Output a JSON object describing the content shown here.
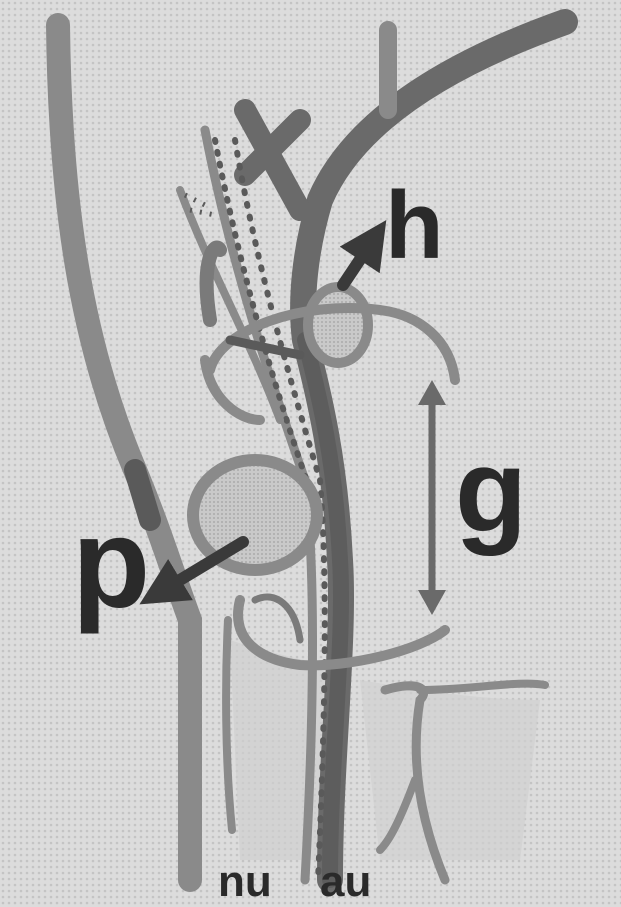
{
  "diagram": {
    "labels": {
      "h": "h",
      "g": "g",
      "p": "p",
      "nu": "nu",
      "au": "au"
    },
    "colors": {
      "background": "#d6d6d6",
      "vessel": "#8a8a8a",
      "vessel_dark": "#5a5a5a",
      "arrow": "#3a3a3a",
      "text": "#2a2a2a"
    }
  }
}
